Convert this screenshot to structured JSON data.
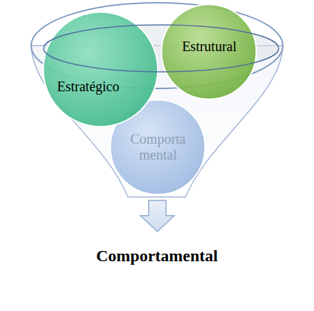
{
  "diagram": {
    "nodes": [
      {
        "text": [
          "Estratégico"
        ]
      },
      {
        "text": [
          "Estrutural"
        ]
      },
      {
        "text": [
          "Comporta mental"
        ]
      }
    ],
    "labels": [
      "Comportamental"
    ]
  }
}
